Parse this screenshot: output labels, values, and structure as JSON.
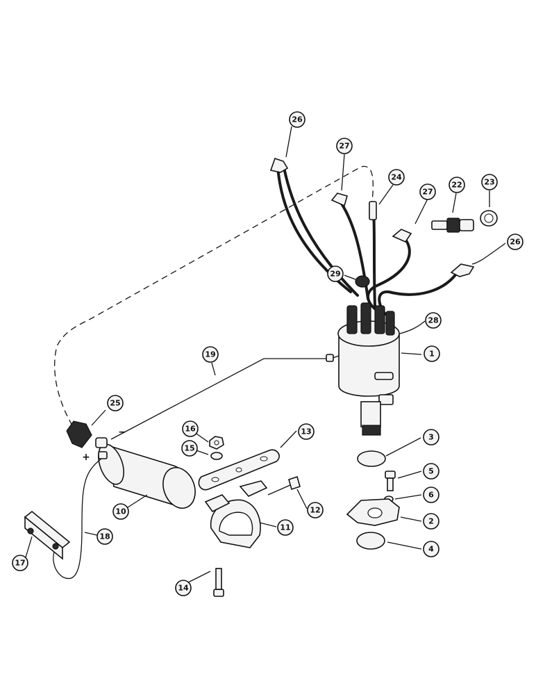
{
  "callouts": [
    {
      "id": "c1",
      "label": "1"
    },
    {
      "id": "c2",
      "label": "2"
    },
    {
      "id": "c3",
      "label": "3"
    },
    {
      "id": "c4",
      "label": "4"
    },
    {
      "id": "c5",
      "label": "5"
    },
    {
      "id": "c6",
      "label": "6"
    },
    {
      "id": "c10",
      "label": "10"
    },
    {
      "id": "c11",
      "label": "11"
    },
    {
      "id": "c12",
      "label": "12"
    },
    {
      "id": "c13",
      "label": "13"
    },
    {
      "id": "c14",
      "label": "14"
    },
    {
      "id": "c15",
      "label": "15"
    },
    {
      "id": "c16",
      "label": "16"
    },
    {
      "id": "c17",
      "label": "17"
    },
    {
      "id": "c18",
      "label": "18"
    },
    {
      "id": "c19",
      "label": "19"
    },
    {
      "id": "c22",
      "label": "22"
    },
    {
      "id": "c23",
      "label": "23"
    },
    {
      "id": "c24",
      "label": "24"
    },
    {
      "id": "c25",
      "label": "25"
    },
    {
      "id": "c26a",
      "label": "26"
    },
    {
      "id": "c26b",
      "label": "26"
    },
    {
      "id": "c27a",
      "label": "27"
    },
    {
      "id": "c27b",
      "label": "27"
    },
    {
      "id": "c28",
      "label": "28"
    },
    {
      "id": "c29",
      "label": "29"
    }
  ],
  "polarity": {
    "minus": "−",
    "plus": "+"
  }
}
